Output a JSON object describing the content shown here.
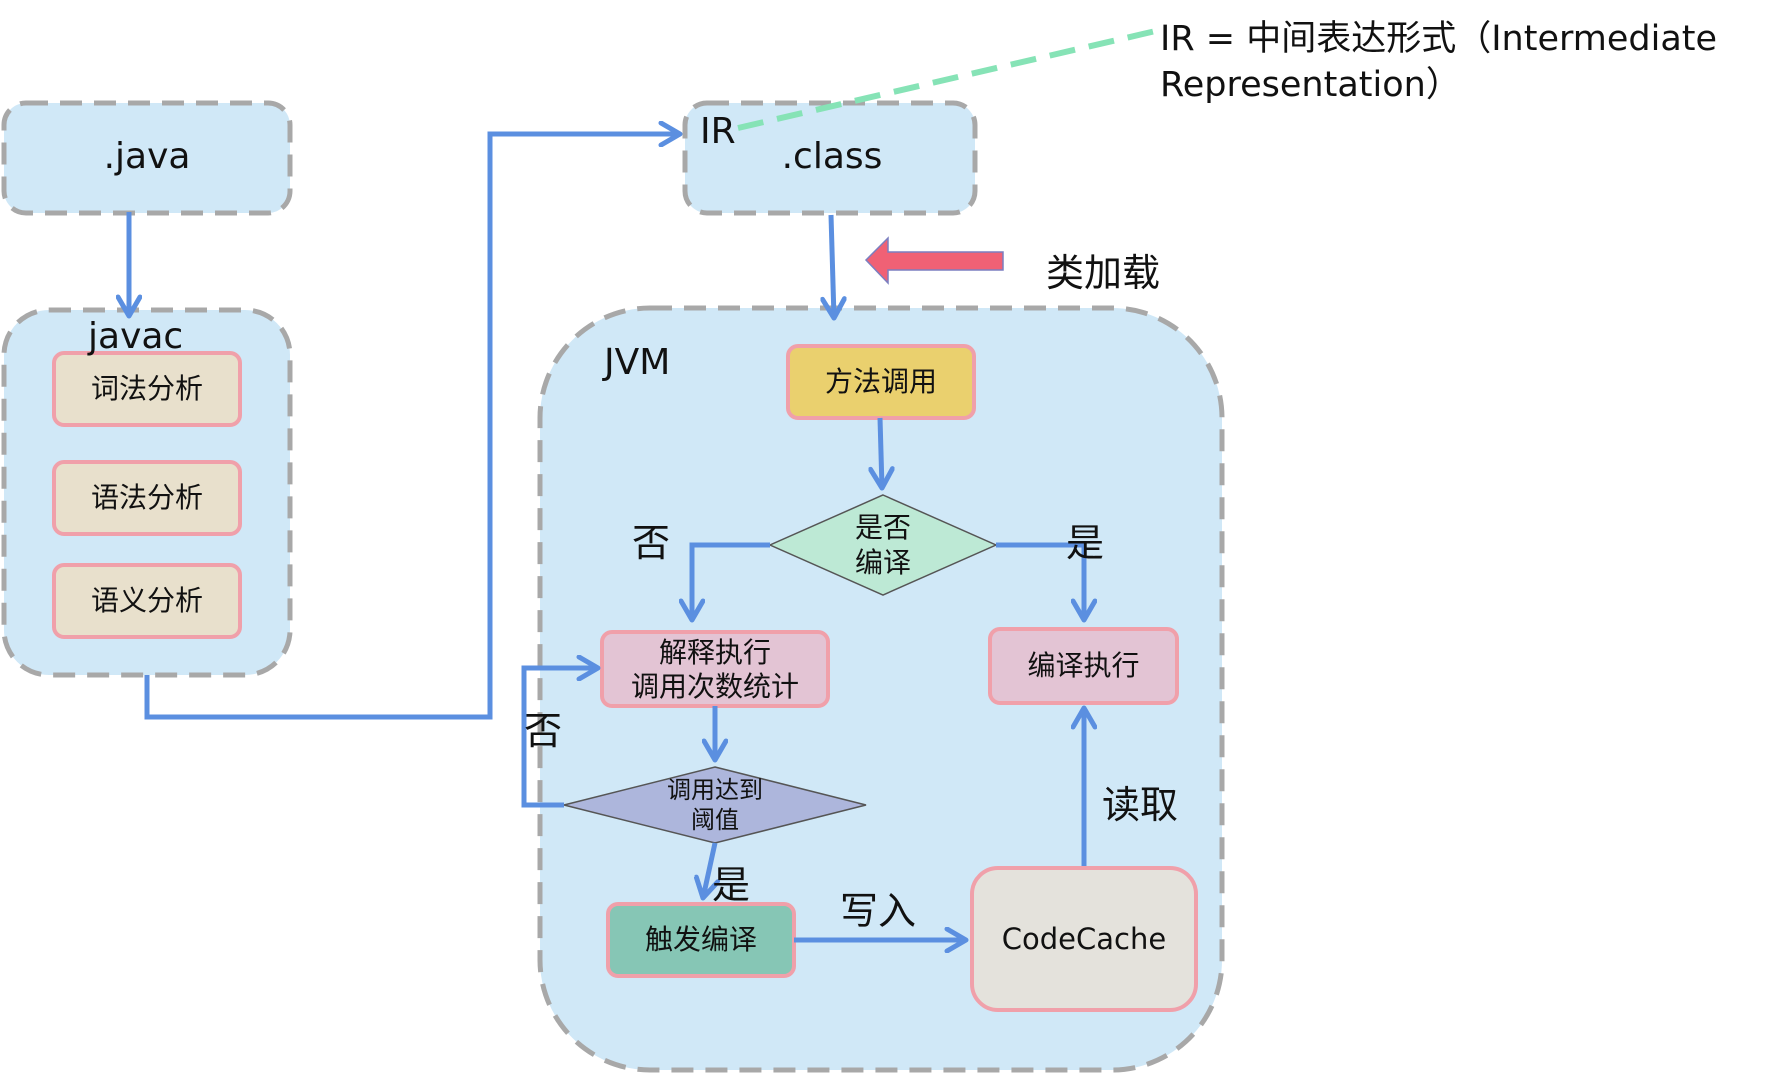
{
  "source": {
    "java": ".java",
    "class": ".class",
    "ir_tag": "IR",
    "ir_note_line1": "IR = 中间表达形式（Intermediate",
    "ir_note_line2": "Representation）"
  },
  "javac": {
    "title": "javac",
    "steps": [
      "词法分析",
      "语法分析",
      "语义分析"
    ]
  },
  "class_loading": "类加载",
  "jvm": {
    "title": "JVM",
    "method_call": "方法调用",
    "compiled_check_line1": "是否",
    "compiled_check_line2": "编译",
    "interpret_line1": "解释执行",
    "interpret_line2": "调用次数统计",
    "compiled_exec": "编译执行",
    "threshold_line1": "调用达到",
    "threshold_line2": "阈值",
    "trigger_compile": "触发编译",
    "code_cache": "CodeCache"
  },
  "edges": {
    "no_1": "否",
    "yes_1": "是",
    "no_2": "否",
    "yes_2": "是",
    "write": "写入",
    "read": "读取"
  },
  "colors": {
    "arrow": "#5b8fe0",
    "region_fill": "#d0e8f7",
    "region_border": "#a8a8a8",
    "node_border": "#f0a0aa",
    "step_fill": "#e8e0cc",
    "method_call_fill": "#ead06e",
    "decision_fill": "#bde9d5",
    "exec_fill": "#e3c4d4",
    "threshold_fill": "#adb6dc",
    "trigger_fill": "#86c6b5",
    "cache_fill": "#e4e2dc",
    "class_load_arrow": "#f06175",
    "ir_line": "#86e3b6"
  }
}
